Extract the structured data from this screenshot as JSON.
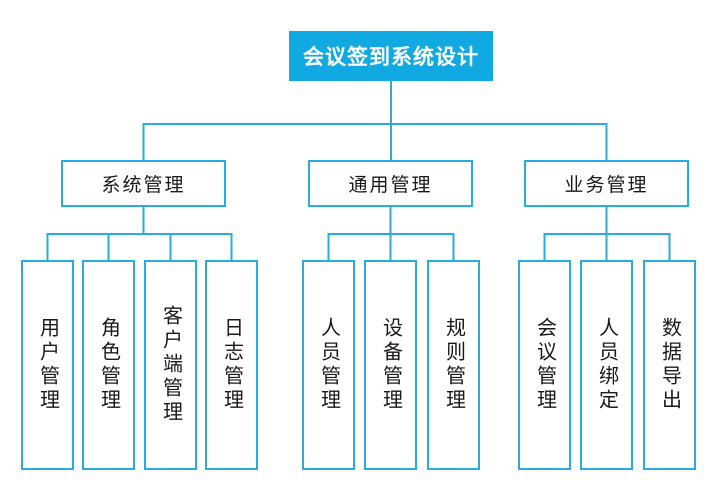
{
  "diagram": {
    "title": "会议签到系统设计",
    "colors": {
      "accent_fill": "#10A9E2",
      "line": "#29ABE2",
      "text_dark": "#1a1a1a",
      "text_light": "#ffffff"
    },
    "root": {
      "label": "会议签到系统设计"
    },
    "branches": [
      {
        "label": "系统管理",
        "children": [
          {
            "label": "用户管理"
          },
          {
            "label": "角色管理"
          },
          {
            "label": "客户端管理"
          },
          {
            "label": "日志管理"
          }
        ]
      },
      {
        "label": "通用管理",
        "children": [
          {
            "label": "人员管理"
          },
          {
            "label": "设备管理"
          },
          {
            "label": "规则管理"
          }
        ]
      },
      {
        "label": "业务管理",
        "children": [
          {
            "label": "会议管理"
          },
          {
            "label": "人员绑定"
          },
          {
            "label": "数据导出"
          }
        ]
      }
    ]
  }
}
